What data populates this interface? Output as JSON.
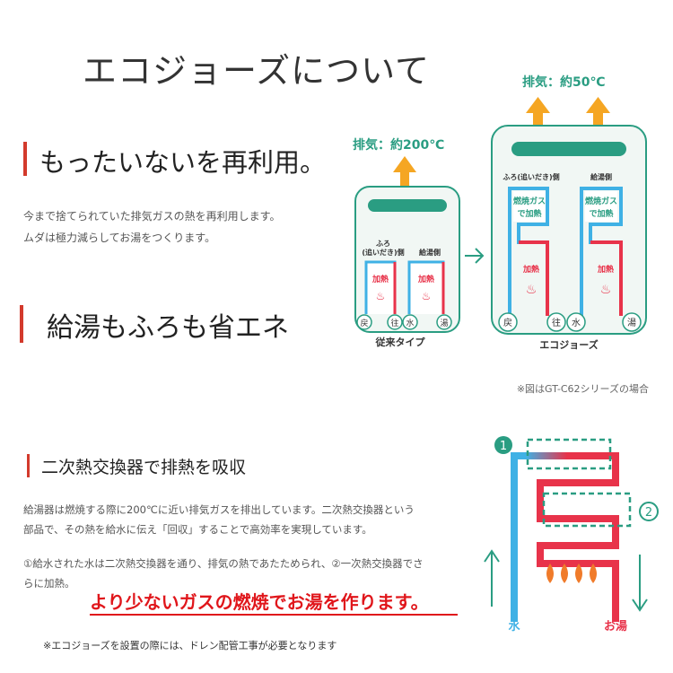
{
  "header": {
    "title": "エコジョーズについて"
  },
  "section1": {
    "heading": "もったいないを再利用。",
    "line1": "今まで捨てられていた排気ガスの熱を再利用します。",
    "line2": "ムダは極力減らしてお湯をつくります。"
  },
  "section2": {
    "heading": "給湯もふろも省エネ"
  },
  "diagram_top": {
    "old": {
      "exhaust": "排気：約200℃",
      "bath_label_1": "ふろ",
      "bath_label_2": "(追いだき)側",
      "supply_label": "給湯側",
      "heat1": "加熱",
      "heat2": "加熱",
      "ret": "戻",
      "go": "往",
      "water": "水",
      "hot": "湯",
      "caption": "従来タイプ"
    },
    "eco": {
      "exhaust": "排気：約50℃",
      "bath_label": "ふろ(追いだき)側",
      "supply_label": "給湯側",
      "gas_heat_a": "燃焼ガス",
      "gas_heat_b": "で加熱",
      "gas_heat_c": "燃焼ガス",
      "gas_heat_d": "で加熱",
      "heat1": "加熱",
      "heat2": "加熱",
      "ret": "戻",
      "go": "往",
      "water": "水",
      "hot": "湯",
      "caption": "エコジョーズ"
    },
    "footnote": "※図はGT-C62シリーズの場合"
  },
  "section3": {
    "heading": "二次熱交換器で排熱を吸収",
    "p1_line1": "給湯器は燃焼する際に200℃に近い排気ガスを排出しています。二次熱交換器という",
    "p1_line2": "部品で、その熱を給水に伝え「回収」することで高効率を実現しています。",
    "p2_line1": "①給水された水は二次熱交換器を通り、排気の熱であたためられ、②一次熱交換器でさ",
    "p2_line2": "らに加熱。",
    "highlight": "より少ないガスの燃焼でお湯を作ります。",
    "note": "※エコジョーズを設置の際には、ドレン配管工事が必要となります"
  },
  "diagram_bottom": {
    "num1": "1",
    "num2": "2",
    "water": "水",
    "hot": "お湯"
  },
  "colors": {
    "accent_red": "#d33a2c",
    "teal": "#2a9d82",
    "blue_pipe": "#3fb1e5",
    "red_pipe": "#e8334a",
    "orange": "#f5a623",
    "highlight_red": "#e0161b"
  }
}
